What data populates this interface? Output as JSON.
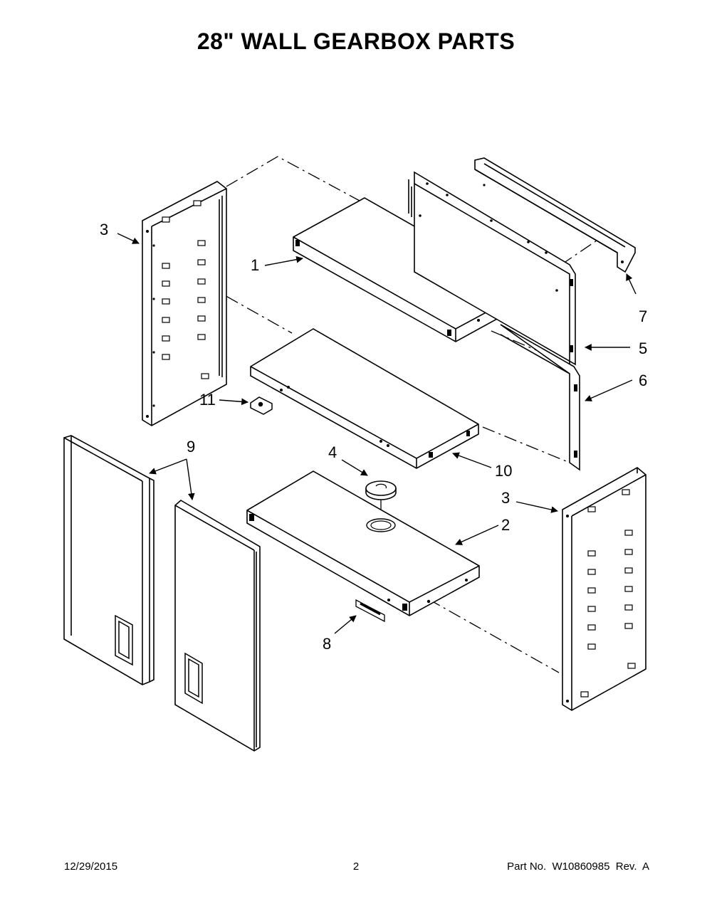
{
  "title": "28\" WALL GEARBOX PARTS",
  "callouts": {
    "c1": "1",
    "c2": "2",
    "c3_left": "3",
    "c3_right": "3",
    "c4": "4",
    "c5": "5",
    "c6": "6",
    "c7": "7",
    "c8": "8",
    "c9": "9",
    "c10": "10",
    "c11": "11"
  },
  "footer": {
    "date": "12/29/2015",
    "page": "2",
    "part": "Part No.  W10860985  Rev.  A"
  }
}
